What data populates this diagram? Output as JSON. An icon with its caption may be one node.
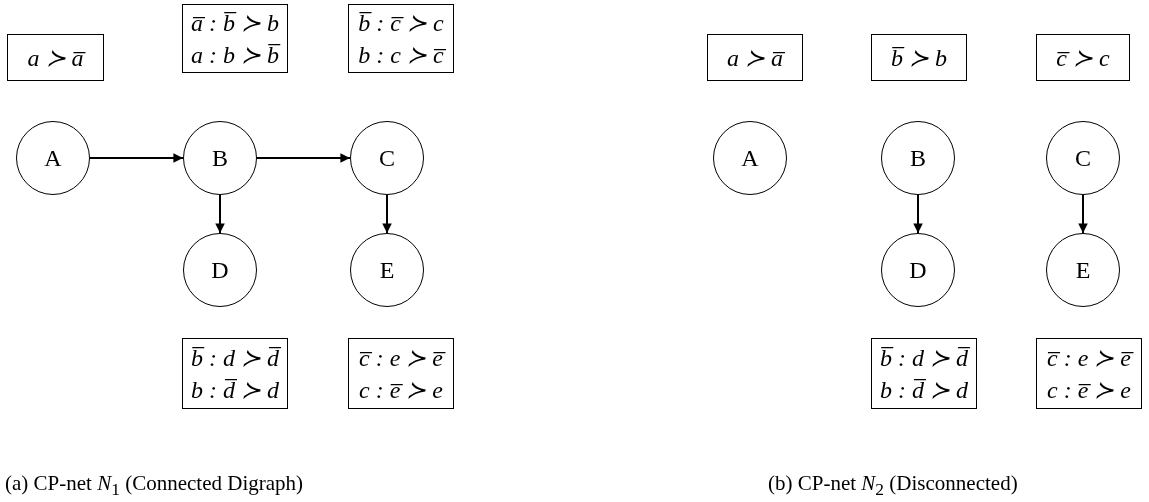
{
  "diagram": {
    "nodes": [
      {
        "text": [
          "a ≻ a̅"
        ]
      },
      {
        "text": [
          "a̅ : b̅ ≻ b",
          "a : b ≻ b̅"
        ]
      },
      {
        "text": [
          "b̅ : c̅ ≻ c",
          "b : c ≻ c̅"
        ]
      },
      {
        "text": [
          "A"
        ]
      },
      {
        "text": [
          "B"
        ]
      },
      {
        "text": [
          "C"
        ]
      },
      {
        "text": [
          "D"
        ]
      },
      {
        "text": [
          "E"
        ]
      },
      {
        "text": [
          "b̅ : d ≻ d̅",
          "b : d̅ ≻ d"
        ]
      },
      {
        "text": [
          "c̅ : e ≻ e̅",
          "c : e̅ ≻ e"
        ]
      },
      {
        "text": [
          "a ≻ a̅"
        ]
      },
      {
        "text": [
          "b̅ ≻ b"
        ]
      },
      {
        "text": [
          "c̅ ≻ c"
        ]
      },
      {
        "text": [
          "A"
        ]
      },
      {
        "text": [
          "B"
        ]
      },
      {
        "text": [
          "C"
        ]
      },
      {
        "text": [
          "D"
        ]
      },
      {
        "text": [
          "E"
        ]
      },
      {
        "text": [
          "b̅ : d ≻ d̅",
          "b : d̅ ≻ d"
        ]
      },
      {
        "text": [
          "c̅ : e ≻ e̅",
          "c : e̅ ≻ e"
        ]
      }
    ],
    "edges": [
      {
        "from": 3,
        "to": 4,
        "arrow": "to"
      },
      {
        "from": 4,
        "to": 5,
        "arrow": "to"
      },
      {
        "from": 4,
        "to": 6,
        "arrow": "to"
      },
      {
        "from": 5,
        "to": 7,
        "arrow": "to"
      },
      {
        "from": 14,
        "to": 16,
        "arrow": "to"
      },
      {
        "from": 15,
        "to": 17,
        "arrow": "to"
      }
    ],
    "labels": [
      "(a) CP-net *N*$_{1}$ (Connected Digraph)",
      "(b) CP-net *N*$_{2}$ (Disconnected)"
    ]
  }
}
